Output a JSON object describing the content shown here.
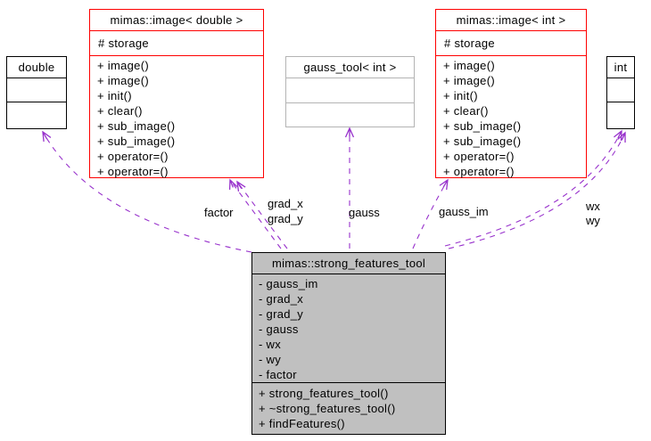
{
  "colors": {
    "edge": "#9832cc",
    "red-border": "#fe0000",
    "gray-border": "#b4b4b4",
    "black-border": "#000000",
    "node-fill": "#ffffff",
    "selected-fill": "#c0c0c0",
    "text": "#000000"
  },
  "classes": {
    "double": {
      "title": "double"
    },
    "image_double": {
      "title": "mimas::image< double >",
      "fields": [
        "# storage"
      ],
      "methods": [
        "+ image()",
        "+ image()",
        "+ init()",
        "+ clear()",
        "+ sub_image()",
        "+ sub_image()",
        "+ operator=()",
        "+ operator=()"
      ]
    },
    "gauss_tool": {
      "title": "gauss_tool< int >"
    },
    "image_int": {
      "title": "mimas::image< int >",
      "fields": [
        "# storage"
      ],
      "methods": [
        "+ image()",
        "+ image()",
        "+ init()",
        "+ clear()",
        "+ sub_image()",
        "+ sub_image()",
        "+ operator=()",
        "+ operator=()"
      ]
    },
    "int": {
      "title": "int"
    },
    "strong_features_tool": {
      "title": "mimas::strong_features_tool",
      "fields": [
        "- gauss_im",
        "- grad_x",
        "- grad_y",
        "- gauss",
        "- wx",
        "- wy",
        "- factor"
      ],
      "methods": [
        "+ strong_features_tool()",
        "+ ~strong_features_tool()",
        "+ findFeatures()"
      ]
    }
  },
  "edges": {
    "factor": "factor",
    "grad_x": "grad_x",
    "grad_y": "grad_y",
    "gauss": "gauss",
    "gauss_im": "gauss_im",
    "wx": "wx",
    "wy": "wy"
  }
}
